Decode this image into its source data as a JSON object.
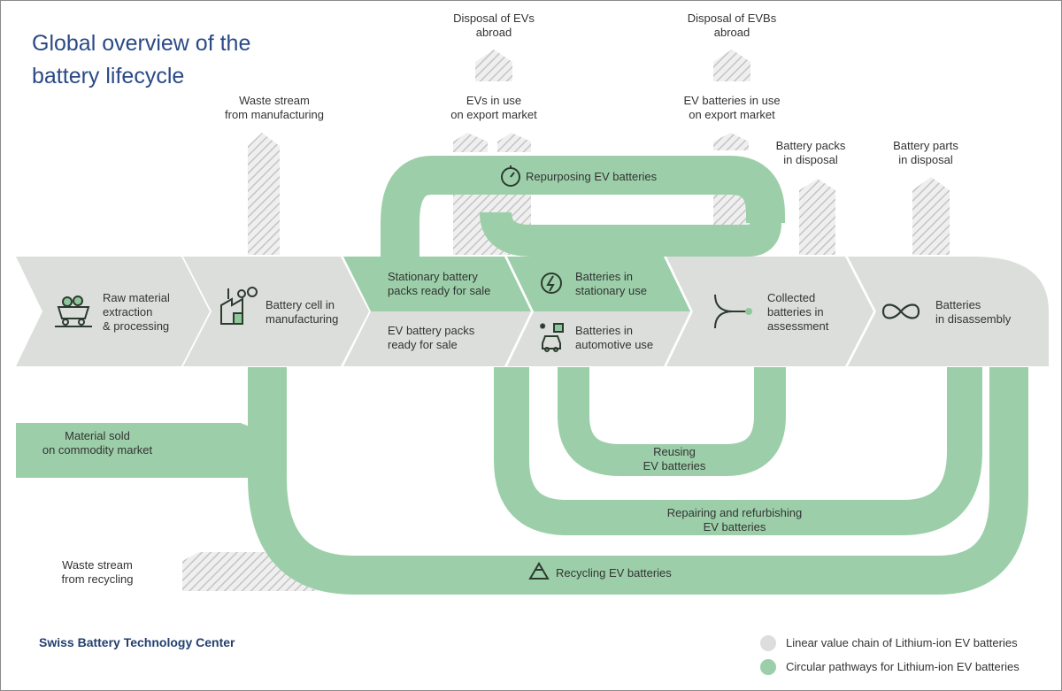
{
  "title": {
    "line1": "Global overview of the",
    "line2": "battery lifecycle"
  },
  "organization": "Swiss Battery Technology Center",
  "colors": {
    "linear_gray": "#dcdedc",
    "circular_green": "#9ccfa9",
    "green_dark": "#8ec79c",
    "hatch": "#c9c9c9",
    "title_blue": "#2a4a86",
    "text": "#333333"
  },
  "stages": {
    "raw": {
      "l1": "Raw material",
      "l2": "extraction",
      "l3": "& processing",
      "icon": "mine-cart-icon"
    },
    "cell": {
      "l1": "Battery cell in",
      "l2": "manufacturing",
      "icon": "factory-icon"
    },
    "stationary_packs": {
      "l1": "Stationary battery",
      "l2": "packs ready for sale"
    },
    "ev_packs": {
      "l1": "EV battery packs",
      "l2": "ready for sale"
    },
    "stationary_use": {
      "l1": "Batteries in",
      "l2": "stationary use",
      "icon": "energy-cycle-icon"
    },
    "automotive_use": {
      "l1": "Batteries in",
      "l2": "automotive use",
      "icon": "car-battery-icon"
    },
    "assessment": {
      "l1": "Collected",
      "l2": "batteries in",
      "l3": "assessment",
      "icon": "fork-arrow-icon"
    },
    "disassembly": {
      "l1": "Batteries",
      "l2": "in disassembly",
      "icon": "infinity-icon"
    }
  },
  "exits": {
    "waste_manufacturing": {
      "l1": "Waste stream",
      "l2": "from manufacturing"
    },
    "disposal_evs": {
      "l1": "Disposal of EVs",
      "l2": "abroad"
    },
    "evs_export": {
      "l1": "EVs in use",
      "l2": "on export market"
    },
    "disposal_evbs": {
      "l1": "Disposal of EVBs",
      "l2": "abroad"
    },
    "evb_export": {
      "l1": "EV batteries in use",
      "l2": "on export market"
    },
    "packs_disposal": {
      "l1": "Battery packs",
      "l2": "in disposal"
    },
    "parts_disposal": {
      "l1": "Battery parts",
      "l2": "in disposal"
    },
    "material_sold": {
      "l1": "Material sold",
      "l2": "on commodity market"
    },
    "waste_recycling": {
      "l1": "Waste stream",
      "l2": "from recycling"
    }
  },
  "loops": {
    "repurposing": {
      "label": "Repurposing EV batteries",
      "icon": "timer-icon"
    },
    "reusing": {
      "l1": "Reusing",
      "l2": "EV batteries"
    },
    "repairing": {
      "l1": "Repairing and refurbishing",
      "l2": "EV batteries"
    },
    "recycling": {
      "label": "Recycling EV batteries",
      "icon": "recycle-icon"
    }
  },
  "legend": {
    "linear": "Linear value chain of Lithium-ion EV batteries",
    "circular": "Circular pathways for Lithium-ion EV batteries"
  }
}
